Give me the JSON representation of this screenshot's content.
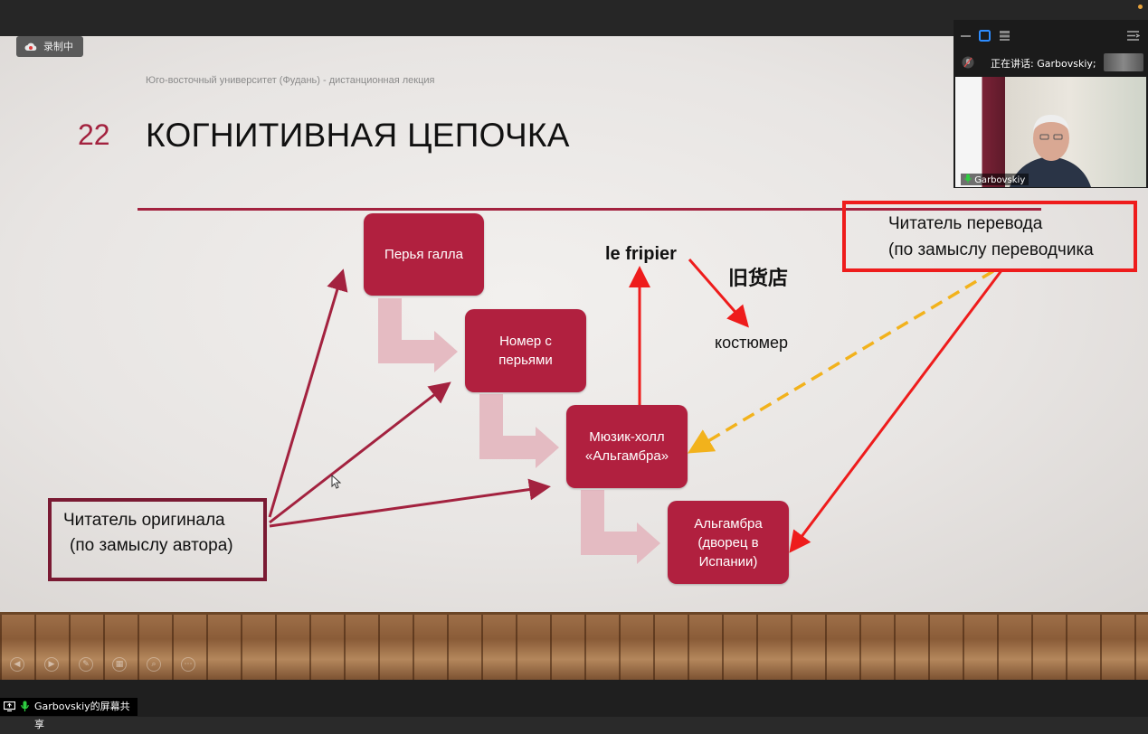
{
  "recording": {
    "label": "录制中"
  },
  "slide": {
    "subtitle": "Юго-восточный университет (Фудань) - дистанционная лекция",
    "number": "22",
    "title": "КОГНИТИВНАЯ ЦЕПОЧКА",
    "chain": [
      "Перья галла",
      "Номер с перьями",
      "Мюзик-холл «Альгамбра»",
      "Альгамбра (дворец в Испании)"
    ],
    "reader_original": [
      "Читатель оригинала",
      "(по замыслу автора)"
    ],
    "reader_translation": [
      "Читатель перевода",
      "(по замыслу переводчика"
    ],
    "le_fripier": "le fripier",
    "chinese": "旧货店",
    "costume": "костюмер"
  },
  "meeting": {
    "speaking": "正在讲话: Garbovskiy;",
    "participant_name": "Garbovskiy",
    "share_label": "Garbovskiy的屏幕共享"
  },
  "colors": {
    "accent": "#b1203f",
    "highlight_red": "#ee1c1c",
    "dashed_arrow": "#f2b21c"
  }
}
